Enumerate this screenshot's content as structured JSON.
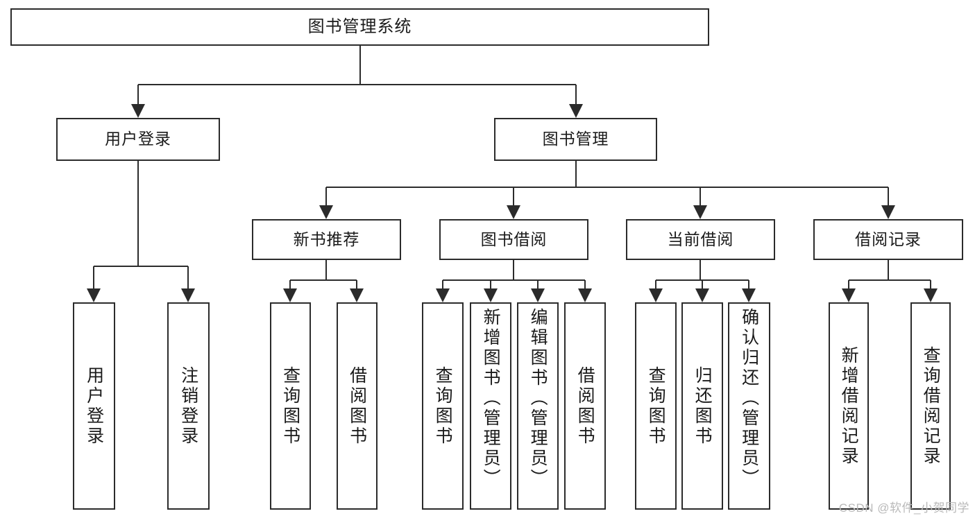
{
  "diagram": {
    "title": "图书管理系统",
    "type": "hierarchy-tree",
    "watermark": "CSDN @软件_小贺同学",
    "colors": {
      "stroke": "#2b2b2b",
      "fill": "#ffffff",
      "text": "#1a1a1a",
      "watermark": "#b9b9b9"
    },
    "nodes": {
      "root": {
        "label": "图书管理系统",
        "level": 0
      },
      "l1": [
        {
          "id": "user-login",
          "label": "用户登录",
          "level": 1
        },
        {
          "id": "book-manage",
          "label": "图书管理",
          "level": 1
        }
      ],
      "l2": [
        {
          "id": "new-book-rec",
          "label": "新书推荐",
          "level": 2,
          "parent": "book-manage"
        },
        {
          "id": "book-borrow",
          "label": "图书借阅",
          "level": 2,
          "parent": "book-manage"
        },
        {
          "id": "current-borrow",
          "label": "当前借阅",
          "level": 2,
          "parent": "book-manage"
        },
        {
          "id": "borrow-record",
          "label": "借阅记录",
          "level": 2,
          "parent": "book-manage"
        }
      ],
      "l3": [
        {
          "id": "leaf-user-login",
          "label": "用户登录",
          "parent": "user-login"
        },
        {
          "id": "leaf-logout",
          "label": "注销登录",
          "parent": "user-login"
        },
        {
          "id": "leaf-query-book-1",
          "label": "查询图书",
          "parent": "new-book-rec"
        },
        {
          "id": "leaf-borrow-book-1",
          "label": "借阅图书",
          "parent": "new-book-rec"
        },
        {
          "id": "leaf-query-book-2",
          "label": "查询图书",
          "parent": "book-borrow"
        },
        {
          "id": "leaf-add-book",
          "label": "新增图书（管理员）",
          "parent": "book-borrow"
        },
        {
          "id": "leaf-edit-book",
          "label": "编辑图书（管理员）",
          "parent": "book-borrow"
        },
        {
          "id": "leaf-borrow-book-2",
          "label": "借阅图书",
          "parent": "book-borrow"
        },
        {
          "id": "leaf-query-book-3",
          "label": "查询图书",
          "parent": "current-borrow"
        },
        {
          "id": "leaf-return-book",
          "label": "归还图书",
          "parent": "current-borrow"
        },
        {
          "id": "leaf-confirm-return",
          "label": "确认归还（管理员）",
          "parent": "current-borrow"
        },
        {
          "id": "leaf-add-record",
          "label": "新增借阅记录",
          "parent": "borrow-record"
        },
        {
          "id": "leaf-query-record",
          "label": "查询借阅记录",
          "parent": "borrow-record"
        }
      ]
    }
  }
}
